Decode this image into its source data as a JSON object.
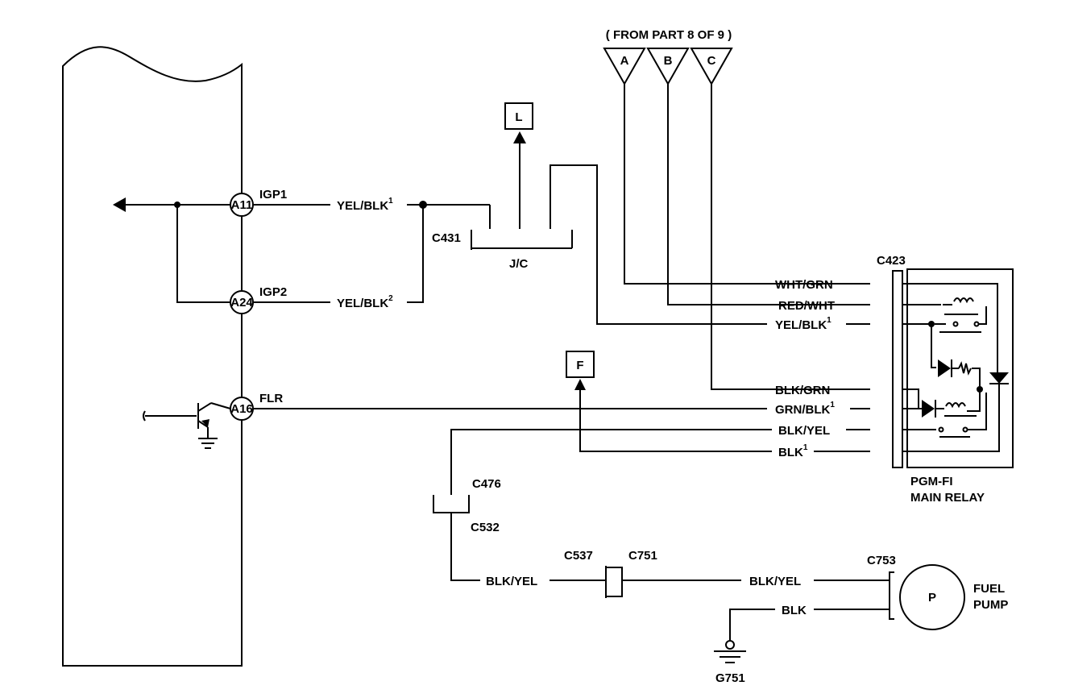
{
  "from_part": "( FROM PART 8 OF 9 )",
  "connectors_top": [
    "A",
    "B",
    "C"
  ],
  "pins": {
    "a11": "A11",
    "a24": "A24",
    "a16": "A16"
  },
  "signals": {
    "igp1": "IGP1",
    "igp2": "IGP2",
    "flr": "FLR"
  },
  "wires": {
    "yelblk": "YEL/BLK",
    "sup1": "1",
    "sup2": "2",
    "whtgrn": "WHT/GRN",
    "redwht": "RED/WHT",
    "blkgrn": "BLK/GRN",
    "grnblk": "GRN/BLK",
    "blkyel": "BLK/YEL",
    "blk": "BLK"
  },
  "connectors": {
    "c431": "C431",
    "c423": "C423",
    "c476": "C476",
    "c532": "C532",
    "c537": "C537",
    "c751": "C751",
    "c753": "C753",
    "g751": "G751"
  },
  "jc": "J/C",
  "ref_l": "L",
  "ref_f": "F",
  "relay": {
    "line1": "PGM-FI",
    "line2": "MAIN RELAY"
  },
  "pump": {
    "symbol": "P",
    "line1": "FUEL",
    "line2": "PUMP"
  }
}
